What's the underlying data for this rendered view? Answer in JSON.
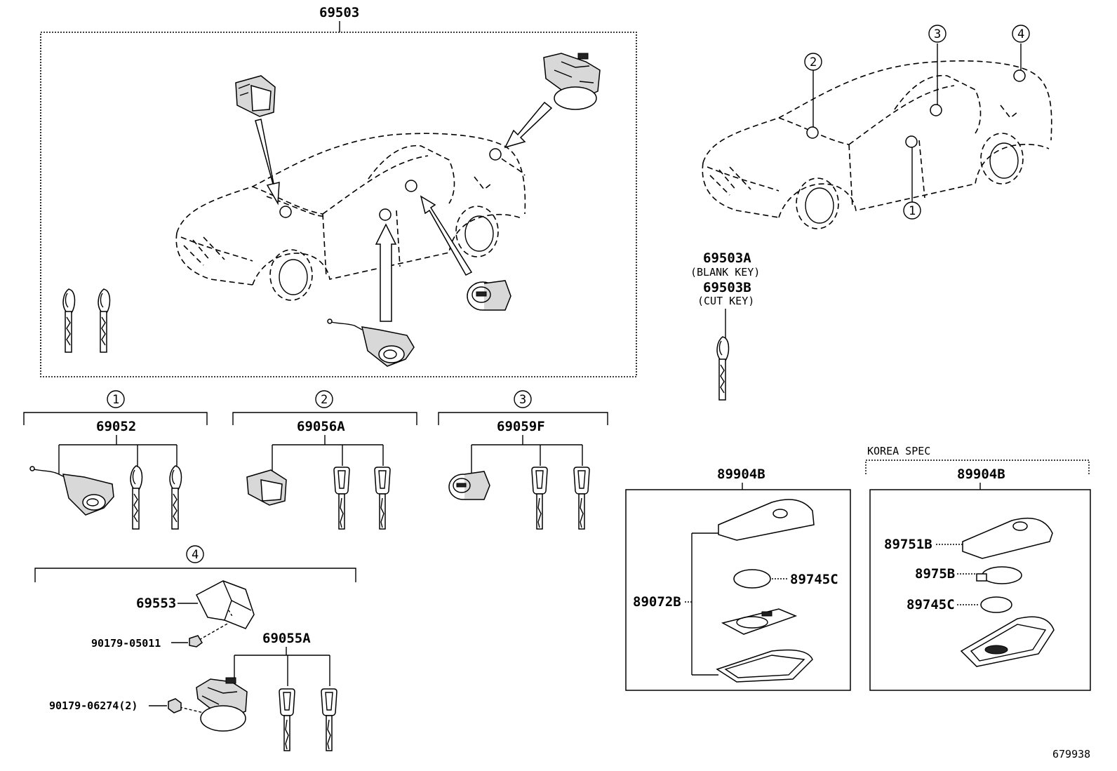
{
  "labels": {
    "main_assembly": "69503",
    "blank_key_part": "69503A",
    "blank_key_desc": "(BLANK KEY)",
    "cut_key_part": "69503B",
    "cut_key_desc": "(CUT KEY)",
    "group1_part": "69052",
    "group2_part": "69056A",
    "group3_part": "69059F",
    "group4_cover": "69553",
    "group4_screw": "90179-05011",
    "group4_cylinder": "69055A",
    "group4_nut": "90179-06274(2)",
    "transmitter_part": "89904B",
    "transmitter_battery": "89745C",
    "transmitter_case": "89072B",
    "korea_spec": "KOREA SPEC",
    "korea_transmitter_part": "89904B",
    "korea_cover": "89751B",
    "korea_holder": "8975B",
    "korea_battery": "89745C",
    "diagram_number": "679938"
  },
  "callouts": {
    "c1": "1",
    "c2": "2",
    "c3": "3",
    "c4": "4"
  }
}
